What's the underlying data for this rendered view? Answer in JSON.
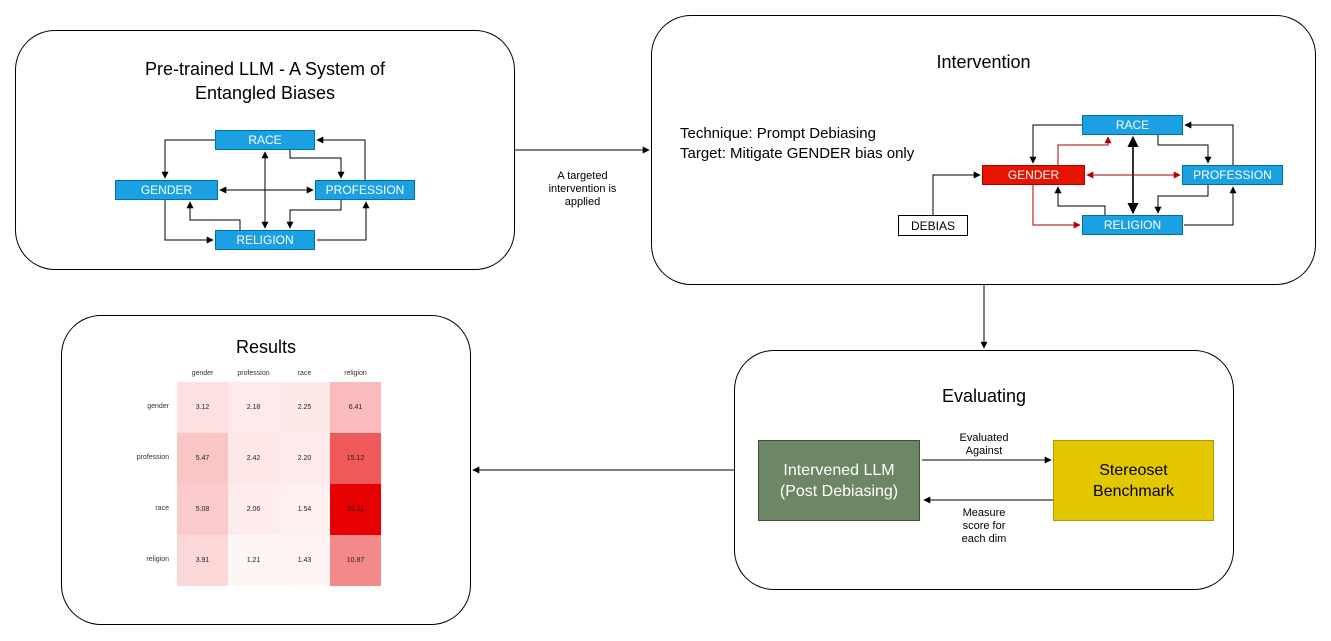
{
  "panels": {
    "pretrained": {
      "title_line1": "Pre-trained LLM - A System of",
      "title_line2": "Entangled Biases",
      "nodes": {
        "race": "RACE",
        "gender": "GENDER",
        "profession": "PROFESSION",
        "religion": "RELIGION"
      }
    },
    "intervention": {
      "title": "Intervention",
      "technique": "Technique: Prompt Debiasing",
      "target": "Target: Mitigate GENDER bias only",
      "nodes": {
        "race": "RACE",
        "gender": "GENDER",
        "profession": "PROFESSION",
        "religion": "RELIGION",
        "debias": "DEBIAS"
      }
    },
    "evaluating": {
      "title": "Evaluating",
      "model_line1": "Intervened LLM",
      "model_line2": "(Post Debiasing)",
      "bench_line1": "Stereoset",
      "bench_line2": "Benchmark",
      "edge_top_line1": "Evaluated",
      "edge_top_line2": "Against",
      "edge_bottom_line1": "Measure",
      "edge_bottom_line2": "score for",
      "edge_bottom_line3": "each dim"
    },
    "results": {
      "title": "Results"
    }
  },
  "edge_labels": {
    "targeted_line1": "A targeted",
    "targeted_line2": "intervention is",
    "targeted_line3": "applied"
  },
  "colors": {
    "node_blue": "#1ba1e2",
    "node_red": "#e51400",
    "model_green": "#6d8764",
    "bench_yellow": "#e3c800",
    "red_arrow": "#b20000"
  },
  "chart_data": {
    "type": "heatmap",
    "columns": [
      "gender",
      "profession",
      "race",
      "religion"
    ],
    "rows": [
      "gender",
      "profession",
      "race",
      "religion"
    ],
    "values": [
      [
        3.12,
        2.18,
        2.25,
        6.41
      ],
      [
        5.47,
        2.42,
        2.2,
        15.12
      ],
      [
        5.08,
        2.06,
        1.54,
        23.11
      ],
      [
        3.91,
        1.21,
        1.43,
        10.87
      ]
    ],
    "labels": [
      [
        "3.12",
        "2.18",
        "2.25",
        "6.41"
      ],
      [
        "5.47",
        "2.42",
        "2.20",
        "15.12"
      ],
      [
        "5.08",
        "2.06",
        "1.54",
        "23.11"
      ],
      [
        "3.91",
        "1.21",
        "1.43",
        "10.87"
      ]
    ],
    "vmin": 1.21,
    "vmax": 23.11,
    "colormap": "white-to-red"
  }
}
